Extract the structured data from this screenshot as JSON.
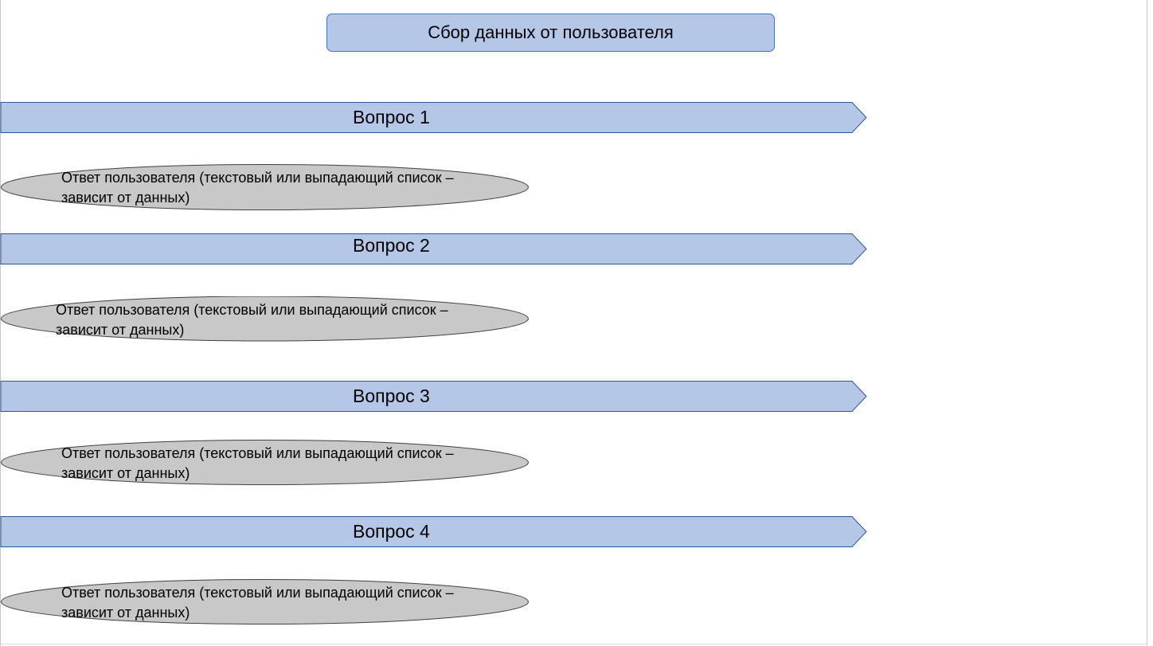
{
  "title": "Сбор данных от пользователя",
  "questions": [
    {
      "label": "Вопрос 1",
      "answer": "Ответ пользователя (текстовый или выпадающий список – зависит от данных)"
    },
    {
      "label": "Вопрос 2",
      "answer": "Ответ пользователя (текстовый или выпадающий список – зависит от данных)"
    },
    {
      "label": "Вопрос 3",
      "answer": "Ответ пользователя (текстовый или выпадающий список – зависит от данных)"
    },
    {
      "label": "Вопрос 4",
      "answer": "Ответ пользователя (текстовый или выпадающий список – зависит от данных)"
    }
  ],
  "colors": {
    "arrow_fill": "#b4c7e7",
    "arrow_stroke": "#2f5597",
    "answer_fill": "#c8c8c8",
    "answer_stroke": "#404040"
  }
}
